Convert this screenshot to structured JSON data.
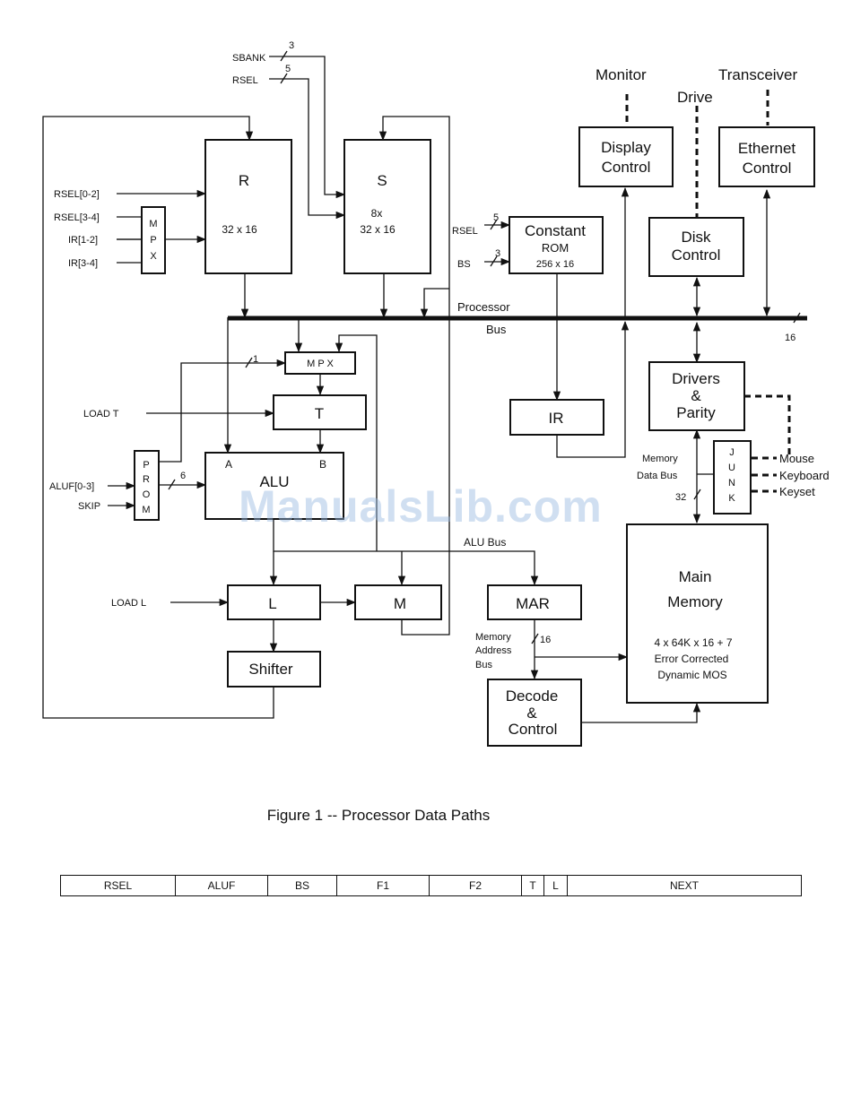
{
  "caption": "Figure 1 -- Processor Data Paths",
  "watermark": "ManualsLib.com",
  "boxes": {
    "r": {
      "name": "R",
      "size": "32 x 16"
    },
    "s": {
      "name": "S",
      "mult": "8x",
      "size": "32 x 16"
    },
    "constant_rom": {
      "line1": "Constant",
      "line2": "ROM",
      "size": "256 x 16"
    },
    "display_control": {
      "line1": "Display",
      "line2": "Control"
    },
    "disk_control": {
      "line1": "Disk",
      "line2": "Control"
    },
    "ethernet_control": {
      "line1": "Ethernet",
      "line2": "Control"
    },
    "mpx_left": [
      "M",
      "P",
      "X"
    ],
    "mpx_top": "M P X",
    "t": "T",
    "alu": {
      "name": "ALU",
      "port_a": "A",
      "port_b": "B"
    },
    "prom": [
      "P",
      "R",
      "O",
      "M"
    ],
    "ir": "IR",
    "drivers_parity": {
      "line1": "Drivers",
      "line2": "&",
      "line3": "Parity"
    },
    "junk": [
      "J",
      "U",
      "N",
      "K"
    ],
    "main_memory": {
      "line1": "Main",
      "line2": "Memory",
      "spec1": "4 x 64K x 16 + 7",
      "spec2": "Error Corrected",
      "spec3": "Dynamic MOS"
    },
    "l": "L",
    "m": "M",
    "mar": "MAR",
    "shifter": "Shifter",
    "decode_control": {
      "line1": "Decode",
      "line2": "&",
      "line3": "Control"
    }
  },
  "signals": {
    "sbank": "SBANK",
    "sbank_width": "3",
    "rsel_top": "RSEL",
    "rsel_top_width": "5",
    "rsel_0_2": "RSEL[0-2]",
    "rsel_3_4": "RSEL[3-4]",
    "ir_1_2": "IR[1-2]",
    "ir_3_4": "IR[3-4]",
    "rsel_rom": "RSEL",
    "rsel_rom_width": "5",
    "bs": "BS",
    "bs_width": "3",
    "load_t": "LOAD T",
    "aluf": "ALUF[0-3]",
    "skip": "SKIP",
    "prom_out_width": "6",
    "mpx_select_width": "1",
    "load_l": "LOAD L"
  },
  "labels": {
    "monitor": "Monitor",
    "drive": "Drive",
    "transceiver": "Transceiver",
    "processor": "Processor",
    "bus": "Bus",
    "bus_width": "16",
    "alu_bus": "ALU Bus",
    "memory_data_bus_1": "Memory",
    "memory_data_bus_2": "Data Bus",
    "memory_data_width": "32",
    "memory_address_bus_1": "Memory",
    "memory_address_bus_2": "Address",
    "memory_address_bus_3": "Bus",
    "memory_address_width": "16",
    "mouse": "Mouse",
    "keyboard": "Keyboard",
    "keyset": "Keyset"
  },
  "instruction_format": [
    "RSEL",
    "ALUF",
    "BS",
    "F1",
    "F2",
    "T",
    "L",
    "NEXT"
  ]
}
